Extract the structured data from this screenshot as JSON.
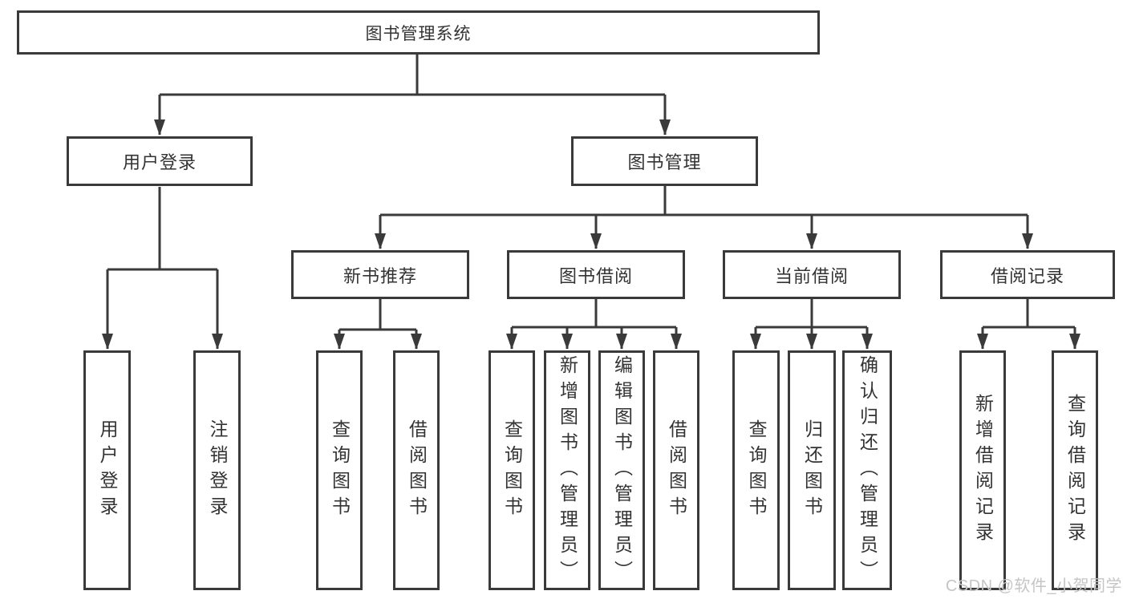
{
  "diagram_title": "图书管理系统",
  "tree": {
    "root": {
      "label": "图书管理系统"
    },
    "branches": [
      {
        "label": "用户登录",
        "children": [
          {
            "label": "用户登录"
          },
          {
            "label": "注销登录"
          }
        ]
      },
      {
        "label": "图书管理",
        "children": [
          {
            "label": "新书推荐",
            "children": [
              {
                "label": "查询图书"
              },
              {
                "label": "借阅图书"
              }
            ]
          },
          {
            "label": "图书借阅",
            "children": [
              {
                "label": "查询图书"
              },
              {
                "label": "新增图书（管理员）"
              },
              {
                "label": "编辑图书（管理员）"
              },
              {
                "label": "借阅图书"
              }
            ]
          },
          {
            "label": "当前借阅",
            "children": [
              {
                "label": "查询图书"
              },
              {
                "label": "归还图书"
              },
              {
                "label": "确认归还（管理员）"
              }
            ]
          },
          {
            "label": "借阅记录",
            "children": [
              {
                "label": "新增借阅记录"
              },
              {
                "label": "查询借阅记录"
              }
            ]
          }
        ]
      }
    ]
  },
  "watermark": "CSDN @软件_小贺同学",
  "colors": {
    "line": "#3a3a3a",
    "text": "#333333",
    "watermark": "#c5c5c5",
    "background": "#ffffff"
  }
}
